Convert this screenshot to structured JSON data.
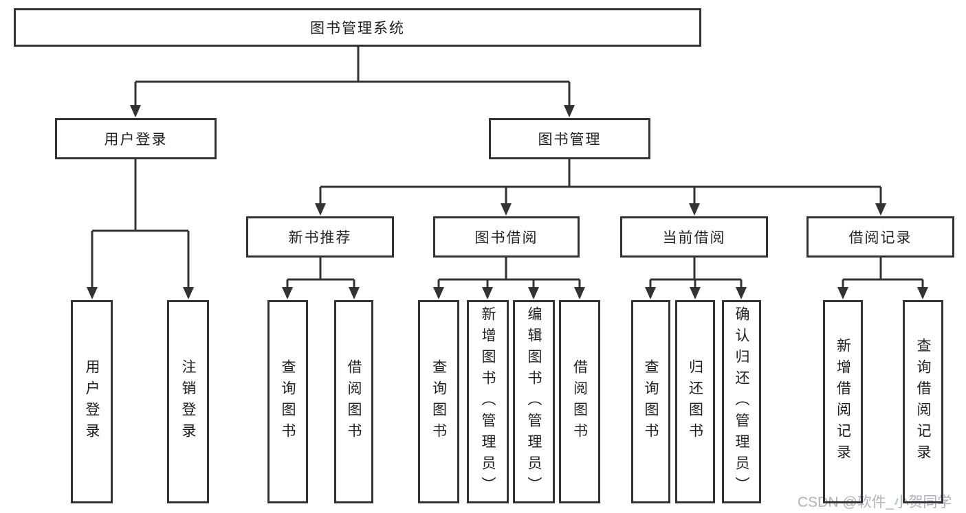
{
  "root": {
    "label": "图书管理系统"
  },
  "user_login": {
    "label": "用户登录",
    "leaves": [
      "用户登录",
      "注销登录"
    ]
  },
  "book_management": {
    "label": "图书管理",
    "groups": [
      {
        "label": "新书推荐",
        "leaves": [
          "查询图书",
          "借阅图书"
        ]
      },
      {
        "label": "图书借阅",
        "leaves": [
          "查询图书",
          "新增图书（管理员）",
          "编辑图书（管理员）",
          "借阅图书"
        ]
      },
      {
        "label": "当前借阅",
        "leaves": [
          "查询图书",
          "归还图书",
          "确认归还（管理员）"
        ]
      },
      {
        "label": "借阅记录",
        "leaves": [
          "新增借阅记录",
          "查询借阅记录"
        ]
      }
    ]
  },
  "watermark": "CSDN @软件_小贺同学",
  "colors": {
    "line": "#333333",
    "box_border": "#333333",
    "text": "#1f1f1f",
    "watermark": "#aeb3bd",
    "background": "#ffffff"
  }
}
